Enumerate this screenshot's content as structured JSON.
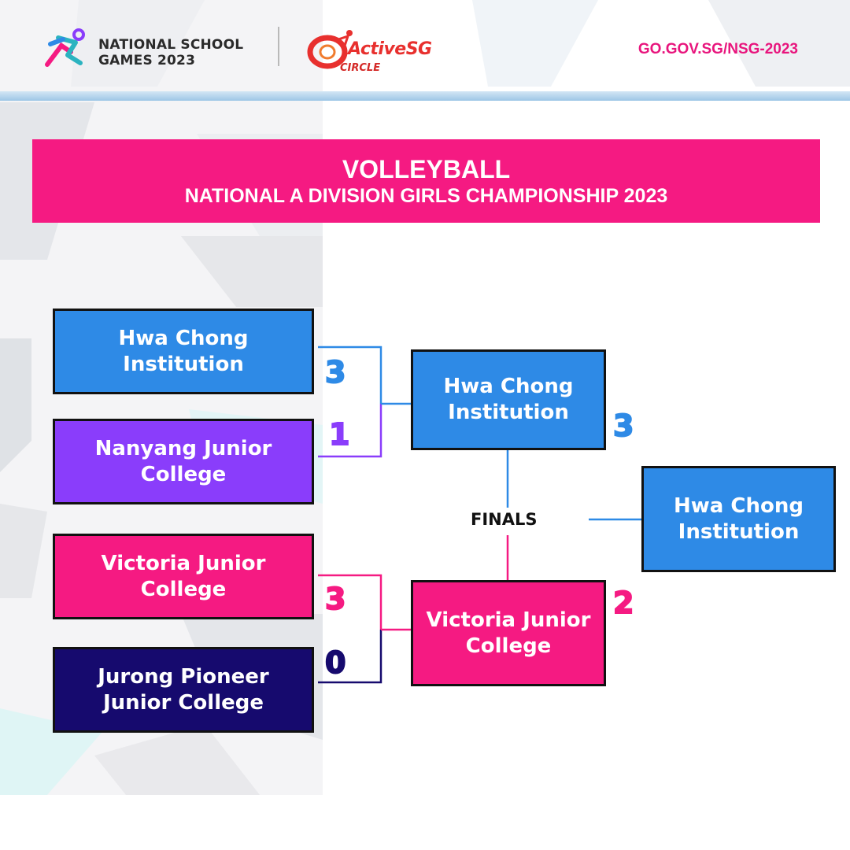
{
  "header": {
    "nsg_line1": "NATIONAL SCHOOL",
    "nsg_line2": "GAMES 2023",
    "activesg_word": "ActiveSG",
    "activesg_sub": "CIRCLE",
    "url": "GO.GOV.SG/NSG-2023"
  },
  "title": {
    "line1": "VOLLEYBALL",
    "line2": "NATIONAL A DIVISION GIRLS CHAMPIONSHIP 2023"
  },
  "bracket": {
    "semis": [
      {
        "team": "Hwa Chong Institution",
        "score": "3",
        "color": "#2e8ae6"
      },
      {
        "team": "Nanyang Junior College",
        "score": "1",
        "color": "#8a3dfb"
      },
      {
        "team": "Victoria Junior College",
        "score": "3",
        "color": "#f51a82"
      },
      {
        "team": "Jurong Pioneer Junior College",
        "score": "0",
        "color": "#160a6e"
      }
    ],
    "finalists": [
      {
        "team": "Hwa Chong Institution",
        "score": "3",
        "color": "#2e8ae6"
      },
      {
        "team": "Victoria Junior College",
        "score": "2",
        "color": "#f51a82"
      }
    ],
    "finals_label": "FINALS",
    "champion": {
      "team": "Hwa Chong Institution",
      "color": "#2e8ae6"
    }
  }
}
